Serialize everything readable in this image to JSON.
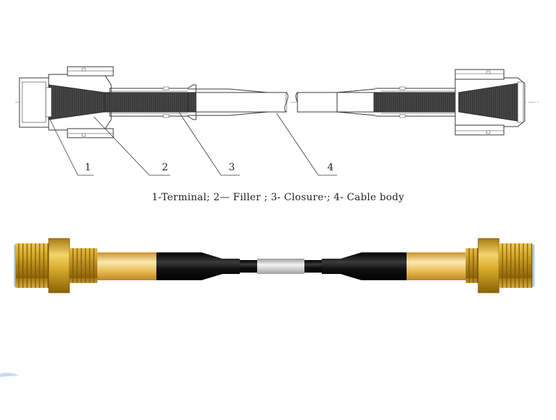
{
  "callouts": [
    {
      "number": "1"
    },
    {
      "number": "2"
    },
    {
      "number": "3"
    },
    {
      "number": "4"
    }
  ],
  "caption": "1-Terminal; 2— Filler ; 3- Closure·; 4- Cable body",
  "colors": {
    "line": "#333333",
    "cone_fill": "#2a2a2a",
    "brass": "#d9ad2c",
    "brass_light": "#f1d46a",
    "sleeve_black": "#111111",
    "cable_silver": "#cfcfcf"
  }
}
